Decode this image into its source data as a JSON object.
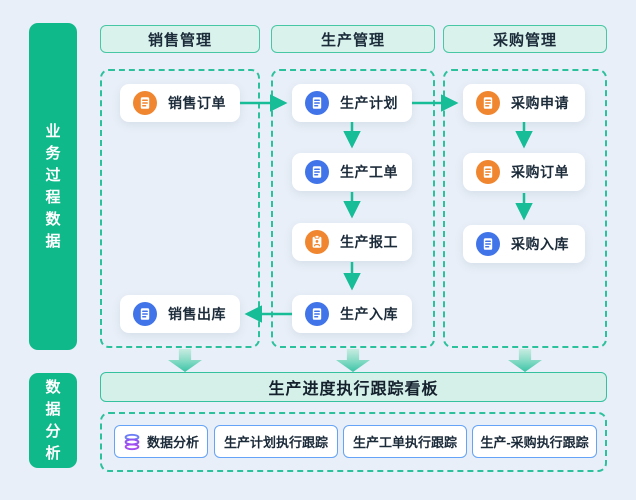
{
  "sidebar": {
    "business_label": "业\n务\n过\n程\n数\n据",
    "analysis_label": "数\n据\n分\n析"
  },
  "columns": [
    {
      "header": "销售管理"
    },
    {
      "header": "生产管理"
    },
    {
      "header": "采购管理"
    }
  ],
  "flow_boxes": {
    "sales_order": {
      "label": "销售订单",
      "icon": "document-icon",
      "icon_color": "#f0862f"
    },
    "sales_outbound": {
      "label": "销售出库",
      "icon": "document-icon",
      "icon_color": "#4174e8"
    },
    "production_plan": {
      "label": "生产计划",
      "icon": "document-icon",
      "icon_color": "#4174e8"
    },
    "production_workorder": {
      "label": "生产工单",
      "icon": "document-icon",
      "icon_color": "#4174e8"
    },
    "production_report": {
      "label": "生产报工",
      "icon": "clipboard-icon",
      "icon_color": "#f0862f"
    },
    "production_inbound": {
      "label": "生产入库",
      "icon": "document-icon",
      "icon_color": "#4174e8"
    },
    "purchase_request": {
      "label": "采购申请",
      "icon": "document-icon",
      "icon_color": "#f0862f"
    },
    "purchase_order": {
      "label": "采购订单",
      "icon": "document-icon",
      "icon_color": "#f0862f"
    },
    "purchase_inbound": {
      "label": "采购入库",
      "icon": "document-icon",
      "icon_color": "#4174e8"
    }
  },
  "kanban": {
    "title": "生产进度执行跟踪看板"
  },
  "analysis": {
    "items": [
      {
        "label": "数据分析",
        "icon": "database-icon"
      },
      {
        "label": "生产计划执行跟踪"
      },
      {
        "label": "生产工单执行跟踪"
      },
      {
        "label": "生产-采购执行跟踪"
      }
    ]
  },
  "colors": {
    "background": "#e9eff8",
    "sidebar_green": "#10b98a",
    "arrow_green": "#16bd97",
    "dashed_border": "#2cc19d",
    "header_fill": "#d9f3ec",
    "header_border": "#47c7a4",
    "kanban_fill": "#d5f0e9",
    "orange_icon": "#f0862f",
    "blue_icon": "#4174e8",
    "analysis_box_border": "#64a3f7",
    "database_icon_purple": "#8b5cf6",
    "text_dark": "#1c2b3a"
  }
}
